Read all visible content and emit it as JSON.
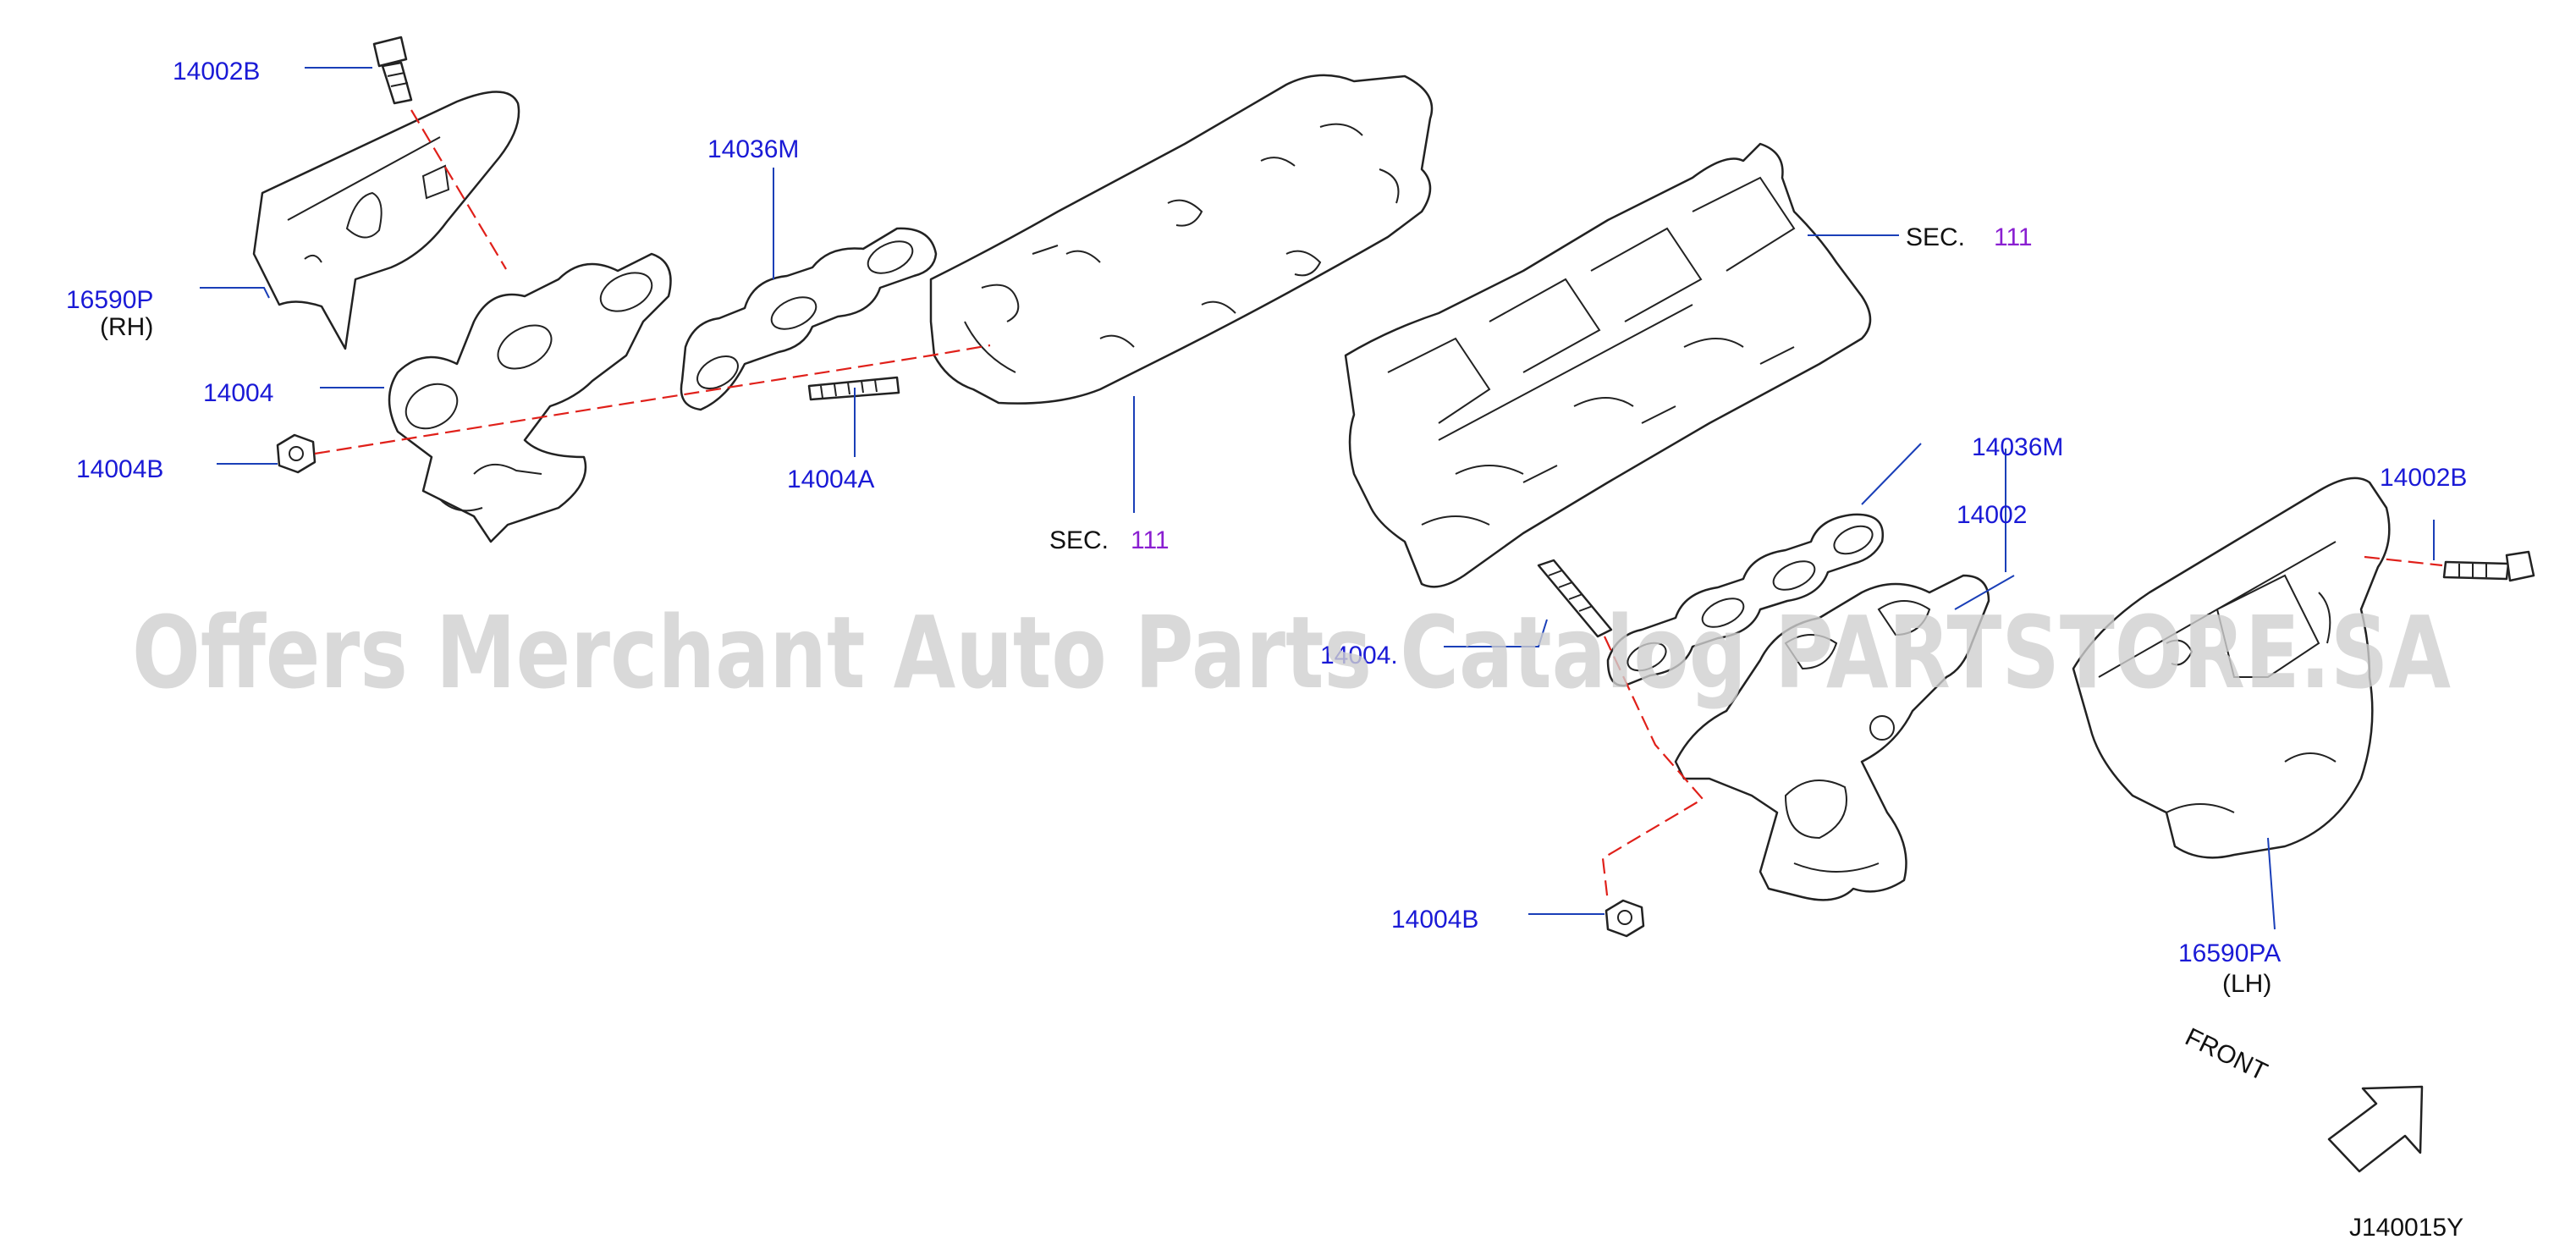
{
  "diagram_id": "J140015Y",
  "watermark": "Offers Merchant Auto Parts Catalog PARTSTORE.SA",
  "front_label": "FRONT",
  "colors": {
    "part_no": "#1a1ad6",
    "section_no": "#8a1fd1",
    "hidden_line": "#e0201a",
    "leader": "#1a3fb8"
  },
  "labels": {
    "bolt_rh": "14002B",
    "gasket_rh": "14036M",
    "shield_rh": "16590P",
    "shield_rh_side": "(RH)",
    "manifold_rh": "14004",
    "nut_rh": "14004B",
    "stud_rh": "14004A",
    "sec_left_prefix": "SEC.",
    "sec_left_no": "111",
    "sec_right_prefix": "SEC.",
    "sec_right_no": "111",
    "gasket_lh": "14036M",
    "manifold_lh": "14002",
    "bolt_lh": "14002B",
    "stud_lh_partial": "14004.",
    "nut_lh": "14004B",
    "shield_lh": "16590PA",
    "shield_lh_side": "(LH)"
  }
}
